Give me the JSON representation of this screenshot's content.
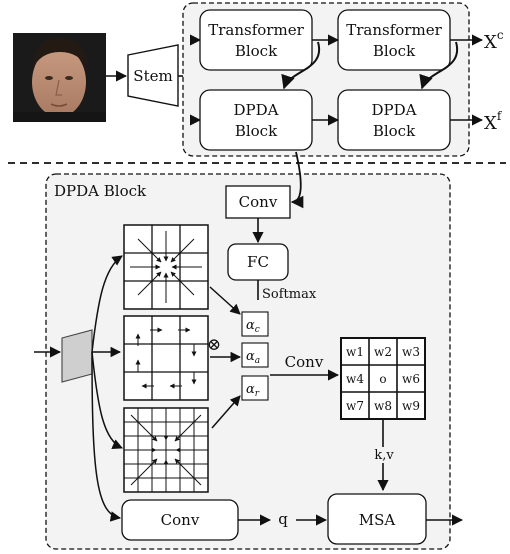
{
  "top": {
    "stem": "Stem",
    "transformer1": [
      "Transformer",
      "Block"
    ],
    "transformer2": [
      "Transformer",
      "Block"
    ],
    "dpda1": [
      "DPDA",
      "Block"
    ],
    "dpda2": [
      "DPDA",
      "Block"
    ],
    "out_c": {
      "base": "X",
      "sup": "c"
    },
    "out_f": {
      "base": "X",
      "sup": "f"
    }
  },
  "dpda": {
    "title": "DPDA Block",
    "conv_top": "Conv",
    "fc": "FC",
    "softmax": "Softmax",
    "otimes": "⊗",
    "alpha_c": {
      "base": "α",
      "sub": "c"
    },
    "alpha_a": {
      "base": "α",
      "sub": "a"
    },
    "alpha_r": {
      "base": "α",
      "sub": "r"
    },
    "conv_mid": "Conv",
    "weights": [
      "w1",
      "w2",
      "w3",
      "w4",
      "o",
      "w6",
      "w7",
      "w8",
      "w9"
    ],
    "kv": "k,v",
    "conv_bottom": "Conv",
    "q": "q",
    "msa": "MSA"
  },
  "colors": {
    "panel": "#f3f3f3",
    "stroke": "#111111",
    "feature": "#cfcfcf"
  }
}
